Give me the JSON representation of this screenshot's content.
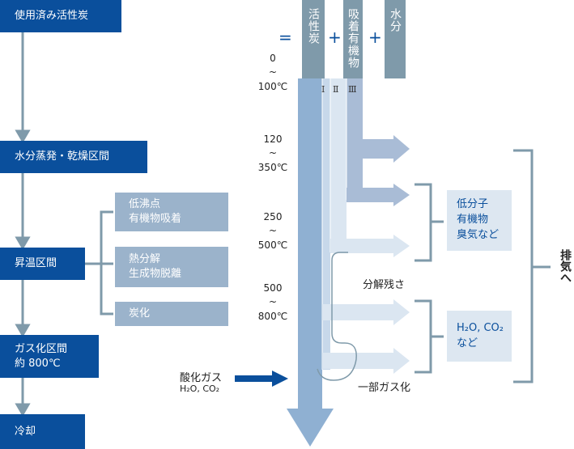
{
  "steps": [
    {
      "label": "使用済み活性炭"
    },
    {
      "label": "水分蒸発・乾燥区間"
    },
    {
      "label": "昇温区間"
    },
    {
      "label": "ガス化区間",
      "label2": "約 800℃"
    },
    {
      "label": "冷却"
    }
  ],
  "substeps": [
    {
      "line1": "低沸点",
      "line2": "有機物吸着"
    },
    {
      "line1": "熱分解",
      "line2": "生成物脱離"
    },
    {
      "line1": "炭化"
    }
  ],
  "components": [
    {
      "label": "活性炭"
    },
    {
      "label": "吸着有機物"
    },
    {
      "label": "水分"
    }
  ],
  "operators": [
    "=",
    "+",
    "+"
  ],
  "roman": [
    "Ⅰ",
    "Ⅱ",
    "Ⅲ"
  ],
  "temperatures": [
    {
      "from": "0",
      "sep": "~",
      "to": "100℃"
    },
    {
      "from": "120",
      "sep": "~",
      "to": "350℃"
    },
    {
      "from": "250",
      "sep": "~",
      "to": "500℃"
    },
    {
      "from": "500",
      "sep": "~",
      "to": "800℃"
    }
  ],
  "outputs": [
    {
      "line1": "低分子",
      "line2": "有機物",
      "line3": "臭気など"
    },
    {
      "line1": "H₂O, CO₂",
      "line2": "など"
    }
  ],
  "annotations": {
    "decomposition_residue": "分解残さ",
    "partial_gasification": "一部ガス化",
    "oxidizing_gas": "酸化ガス",
    "oxidizing_gas_formula": "H₂O, CO₂",
    "exhaust": "排気へ"
  },
  "colors": {
    "step": "#0a4f9c",
    "substep": "#9bb3cb",
    "component": "#7f9aaa",
    "column": "#8fb0d2",
    "output_box": "#dde7f1",
    "bracket": "#7f9aaa"
  }
}
